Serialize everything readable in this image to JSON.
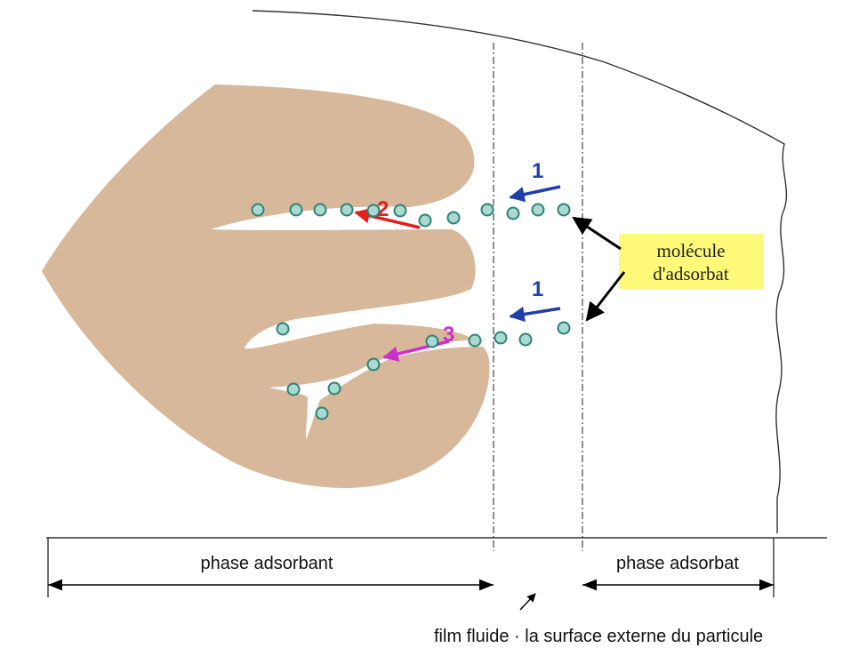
{
  "labels": {
    "molecule_line1": "molécule",
    "molecule_line2": "d'adsorbat",
    "phase_adsorbant": "phase adsorbant",
    "phase_adsorbat": "phase adsorbat",
    "bottom_caption": "film fluide · la surface externe du particule"
  },
  "steps": [
    {
      "number": "1",
      "color": "#1f3fae"
    },
    {
      "number": "1",
      "color": "#1f3fae"
    },
    {
      "number": "2",
      "color": "#e0201c"
    },
    {
      "number": "3",
      "color": "#cc2fcf"
    }
  ],
  "colors": {
    "particle_fill": "#d8b89a",
    "molecule_fill": "#a9d9cf",
    "molecule_stroke": "#2e8277",
    "label_box": "#fff97a",
    "line": "#333333"
  }
}
